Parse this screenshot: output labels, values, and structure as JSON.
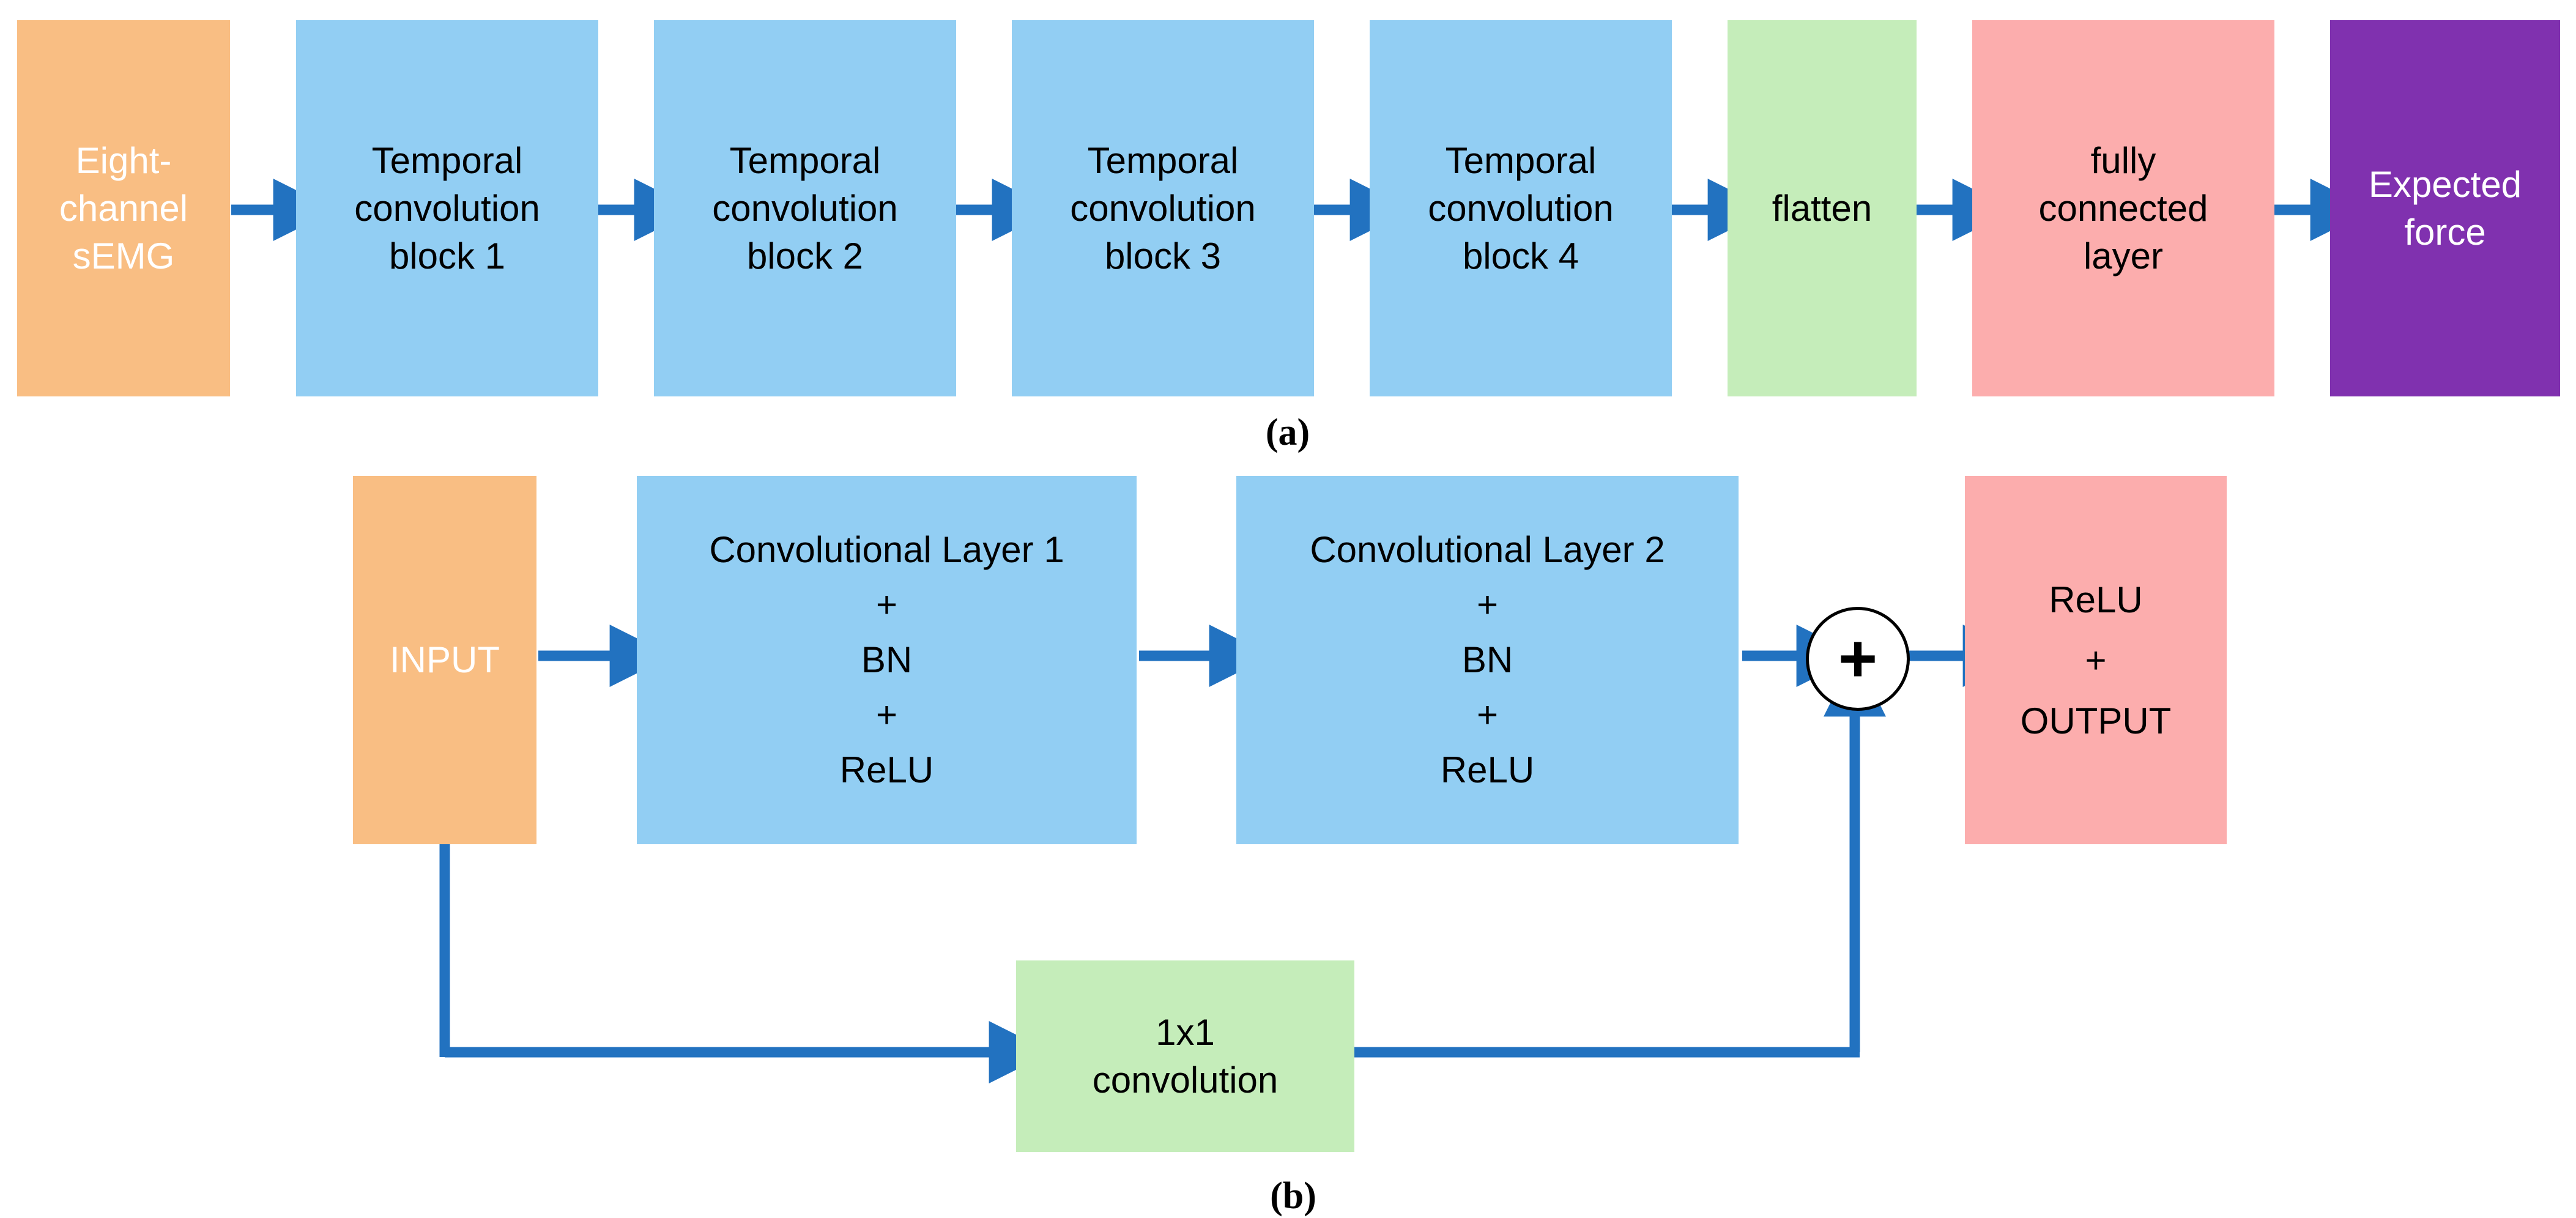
{
  "figure": {
    "panels": [
      {
        "id": "a",
        "caption": "(a)",
        "nodes": [
          {
            "name": "input-semg",
            "lines": [
              "Eight-",
              "channel",
              "sEMG"
            ],
            "fill": "#F9BE83",
            "text": "#FFFFFF"
          },
          {
            "name": "temporal-conv-block-1",
            "lines": [
              "Temporal",
              "convolution",
              "block 1"
            ],
            "fill": "#92CEF3",
            "text": "#000000"
          },
          {
            "name": "temporal-conv-block-2",
            "lines": [
              "Temporal",
              "convolution",
              "block 2"
            ],
            "fill": "#92CEF3",
            "text": "#000000"
          },
          {
            "name": "temporal-conv-block-3",
            "lines": [
              "Temporal",
              "convolution",
              "block 3"
            ],
            "fill": "#92CEF3",
            "text": "#000000"
          },
          {
            "name": "temporal-conv-block-4",
            "lines": [
              "Temporal",
              "convolution",
              "block 4"
            ],
            "fill": "#92CEF3",
            "text": "#000000"
          },
          {
            "name": "flatten",
            "lines": [
              "flatten"
            ],
            "fill": "#C5EDBA",
            "text": "#000000"
          },
          {
            "name": "fully-connected-layer",
            "lines": [
              "fully",
              "connected",
              "layer"
            ],
            "fill": "#FCADAD",
            "text": "#000000"
          },
          {
            "name": "expected-force",
            "lines": [
              "Expected",
              "force"
            ],
            "fill": "#8031AF",
            "text": "#FFFFFF"
          }
        ]
      },
      {
        "id": "b",
        "caption": "(b)",
        "nodes": [
          {
            "name": "block-input",
            "lines": [
              "INPUT"
            ],
            "fill": "#F9BE83",
            "text": "#FFFFFF"
          },
          {
            "name": "convolutional-layer-1",
            "lines": [
              "Convolutional Layer 1",
              "+",
              "BN",
              "+",
              "ReLU"
            ],
            "fill": "#92CEF3",
            "text": "#000000"
          },
          {
            "name": "convolutional-layer-2",
            "lines": [
              "Convolutional Layer 2",
              "+",
              "BN",
              "+",
              "ReLU"
            ],
            "fill": "#92CEF3",
            "text": "#000000"
          },
          {
            "name": "residual-add",
            "lines": [
              "+"
            ],
            "fill": "#FFFFFF",
            "text": "#000000"
          },
          {
            "name": "block-output",
            "lines": [
              "ReLU",
              "+",
              "OUTPUT"
            ],
            "fill": "#FCADAD",
            "text": "#000000"
          },
          {
            "name": "shortcut-1x1-convolution",
            "lines": [
              "1x1",
              "convolution"
            ],
            "fill": "#C5EDBA",
            "text": "#000000"
          }
        ]
      }
    ]
  },
  "colors": {
    "arrow": "#2272C0",
    "orange": "#F9BE83",
    "blue": "#92CEF3",
    "green": "#C5EDBA",
    "pink": "#FCADAD",
    "purple": "#8031AF",
    "background": "#FFFFFF"
  }
}
